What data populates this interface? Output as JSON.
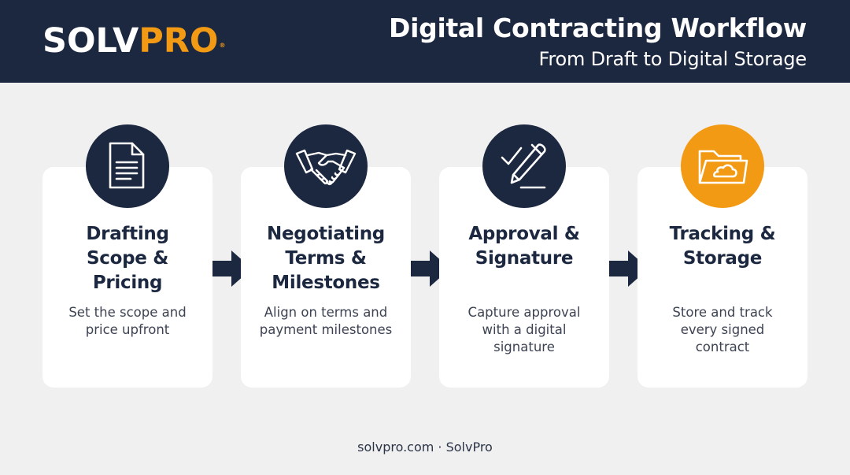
{
  "header": {
    "logo_part1": "SOLV",
    "logo_part2": "PRO",
    "logo_mark": "®",
    "title": "Digital Contracting Workflow",
    "subtitle": "From Draft to Digital Storage"
  },
  "steps": [
    {
      "icon": "document-icon",
      "title": "Drafting\nScope &\nPricing",
      "description": "Set the scope and\nprice upfront"
    },
    {
      "icon": "handshake-icon",
      "title": "Negotiating\nTerms &\nMilestones",
      "description": "Align on terms and\npayment milestones"
    },
    {
      "icon": "pen-signature-icon",
      "title": "Approval &\nSignature",
      "description": "Capture approval\nwith a digital\nsignature"
    },
    {
      "icon": "cloud-folder-icon",
      "title": "Tracking &\nStorage",
      "description": "Store and track\nevery signed\ncontract"
    }
  ],
  "colors": {
    "navy": "#1c2740",
    "orange": "#f39a14",
    "background": "#f0f0f0"
  },
  "footer": {
    "text": "solvpro.com · SolvPro"
  }
}
